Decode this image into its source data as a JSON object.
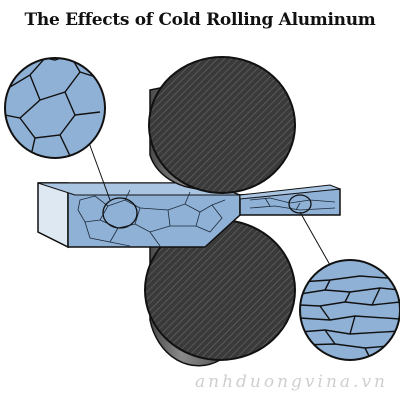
{
  "title": "The Effects of Cold Rolling Aluminum",
  "watermark": "anhduongvina.vn",
  "colors": {
    "metal_blue": "#8fb1d6",
    "metal_blue_light": "#a9c5e2",
    "metal_front": "#dde8f3",
    "roller_dark": "#3b3b3b",
    "roller_body": "#6f6f6f",
    "outline": "#111111"
  },
  "parts": [
    "top-roller",
    "bottom-roller",
    "aluminum-strip",
    "grain-detail-before-rolling",
    "grain-detail-after-rolling"
  ]
}
